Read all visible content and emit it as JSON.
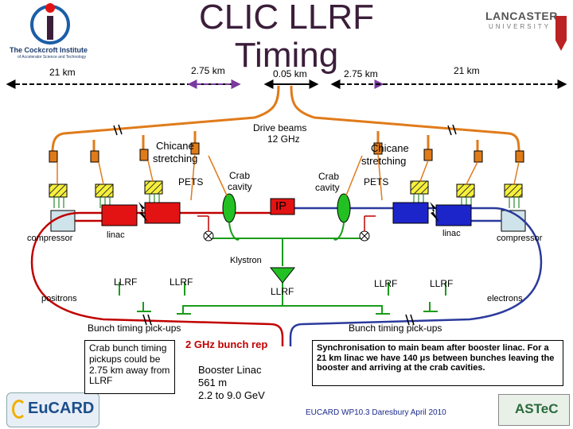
{
  "title": {
    "line1": "CLIC LLRF",
    "line2": "Timing"
  },
  "distances": {
    "left_linac": "21 km",
    "left_turn": "2.75 km",
    "center": "0.05 km",
    "right_turn": "2.75 km",
    "right_linac": "21 km"
  },
  "labels": {
    "drive_beams": "Drive beams",
    "drive_freq": "12 GHz",
    "chicane_left_1": "Chicane",
    "chicane_left_2": "stretching",
    "chicane_right_1": "Chicane",
    "chicane_right_2": "stretching",
    "pets_left": "PETS",
    "pets_right": "PETS",
    "crab_left_1": "Crab",
    "crab_left_2": "cavity",
    "crab_right_1": "Crab",
    "crab_right_2": "cavity",
    "ip": "IP",
    "compressor_left": "compressor",
    "compressor_right": "compressor",
    "linac_left": "linac",
    "linac_right": "linac",
    "klystron": "Klystron",
    "llrf_1": "LLRF",
    "llrf_2": "LLRF",
    "llrf_center": "LLRF",
    "llrf_3": "LLRF",
    "llrf_4": "LLRF",
    "positrons": "positrons",
    "electrons": "electrons",
    "pickups_left": "Bunch timing pick-ups",
    "pickups_right": "Bunch timing pick-ups",
    "rep_rate": "2 GHz bunch rep",
    "booster_1": "Booster Linac",
    "booster_2": "561 m",
    "booster_3": "2.2 to 9.0 GeV",
    "footer": "EUCARD WP10.3 Daresbury April 2010"
  },
  "crab_note": "Crab bunch timing pickups could be 2.75 km away from LLRF",
  "sync_note": "Synchronisation to main beam after booster linac. For a 21 km linac we have 140 μs between bunches leaving the booster and arriving at the crab cavities.",
  "logos": {
    "cockcroft_1": "The Cockcroft Institute",
    "cockcroft_2": "of Accelerator Science and Technology",
    "lancaster_1": "LANCASTER",
    "lancaster_2": "UNIVERSITY",
    "eucard": "EuCARD",
    "astec": "ASTeC"
  },
  "colors": {
    "drive": "#e07b1a",
    "positron": "#c00000",
    "electron": "#2b3a9c",
    "rf": "#1a9c1a",
    "pickup": "#2c8a2c",
    "dist": "#7a3aa0"
  }
}
